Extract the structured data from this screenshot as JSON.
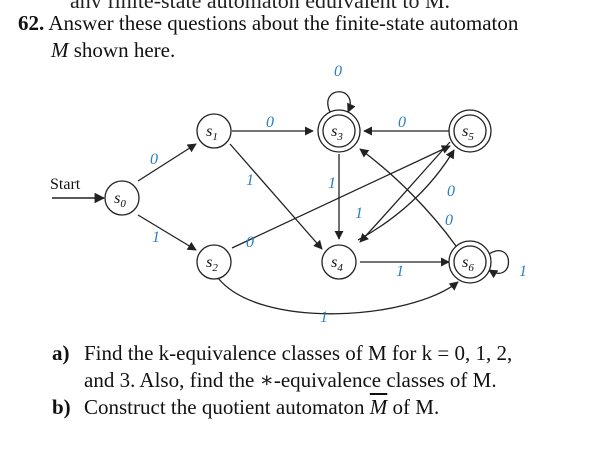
{
  "top_fragment": "any finite-state automaton equivalent to M.",
  "problem": {
    "number": "62.",
    "line1": "Answer these questions about the finite-state automaton",
    "line2_var": "M",
    "line2_rest": " shown here."
  },
  "diagram": {
    "start_label": "Start",
    "states": [
      {
        "id": "s0",
        "label": "s",
        "sub": "0",
        "accepting": false
      },
      {
        "id": "s1",
        "label": "s",
        "sub": "1",
        "accepting": false
      },
      {
        "id": "s2",
        "label": "s",
        "sub": "2",
        "accepting": false
      },
      {
        "id": "s3",
        "label": "s",
        "sub": "3",
        "accepting": true
      },
      {
        "id": "s4",
        "label": "s",
        "sub": "4",
        "accepting": false
      },
      {
        "id": "s5",
        "label": "s",
        "sub": "5",
        "accepting": true
      },
      {
        "id": "s6",
        "label": "s",
        "sub": "6",
        "accepting": true
      }
    ],
    "transitions": [
      {
        "from": "s0",
        "to": "s1",
        "input": "0"
      },
      {
        "from": "s0",
        "to": "s2",
        "input": "1"
      },
      {
        "from": "s1",
        "to": "s3",
        "input": "0"
      },
      {
        "from": "s1",
        "to": "s4",
        "input": "1"
      },
      {
        "from": "s2",
        "to": "s5",
        "input": "0"
      },
      {
        "from": "s2",
        "to": "s6",
        "input": "1"
      },
      {
        "from": "s3",
        "to": "s3",
        "input": "0"
      },
      {
        "from": "s3",
        "to": "s4",
        "input": "1"
      },
      {
        "from": "s4",
        "to": "s5",
        "input": "1"
      },
      {
        "from": "s4",
        "to": "s6",
        "input": "1"
      },
      {
        "from": "s5",
        "to": "s3",
        "input": "0"
      },
      {
        "from": "s5",
        "to": "s4",
        "input": "0"
      },
      {
        "from": "s6",
        "to": "s3",
        "input": "0"
      },
      {
        "from": "s6",
        "to": "s6",
        "input": "1"
      }
    ]
  },
  "parts": [
    {
      "label": "a)",
      "lines": [
        "Find the k-equivalence classes of M for k = 0, 1, 2,",
        "and 3. Also, find the ∗-equivalence classes of M."
      ]
    },
    {
      "label": "b)",
      "text_before": "Construct the quotient automaton ",
      "bar_text": "M",
      "text_after": " of M."
    }
  ],
  "colors": {
    "text": "#111111",
    "edge_label": "#2a7fc0",
    "stroke": "#222222"
  }
}
